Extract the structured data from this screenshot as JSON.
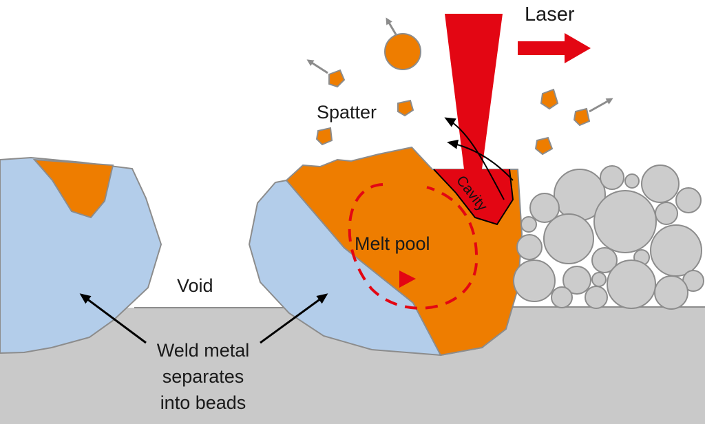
{
  "labels": {
    "laser": "Laser",
    "spatter": "Spatter",
    "cavity": "Cavity",
    "melt_pool": "Melt pool",
    "void": "Void",
    "weld_line1": "Weld metal",
    "weld_line2": "separates",
    "weld_line3": "into beads"
  },
  "colors": {
    "substrate": "#c9c9c9",
    "bead_solid": "#b3cdea",
    "melt": "#ee7d00",
    "laser": "#e30613",
    "powder": "#cccccc",
    "outline": "#8c8c8c"
  }
}
